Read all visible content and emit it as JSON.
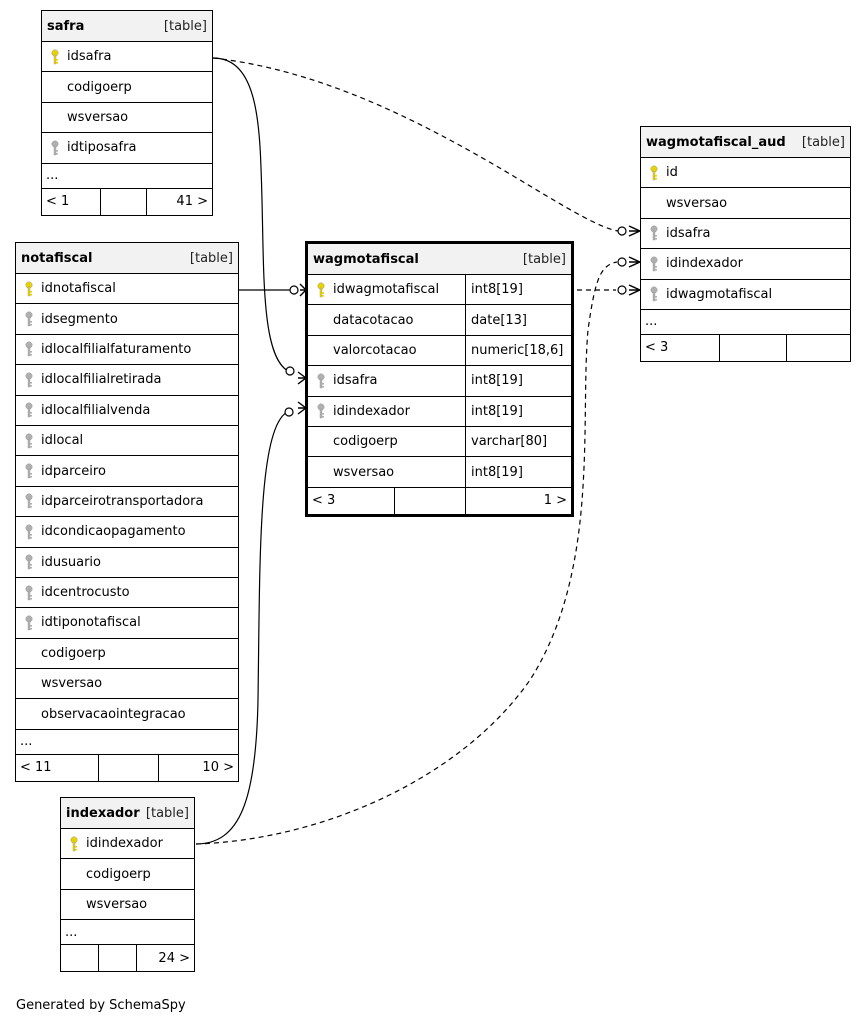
{
  "footer": "Generated by SchemaSpy",
  "tables": {
    "safra": {
      "name": "safra",
      "tag": "[table]",
      "rows": [
        {
          "label": "idsafra",
          "icon": "primary-key-icon"
        },
        {
          "label": "codigoerp",
          "icon": ""
        },
        {
          "label": "wsversao",
          "icon": ""
        },
        {
          "label": "idtiposafra",
          "icon": "foreign-key-icon"
        }
      ],
      "ellipsis": "...",
      "footer": {
        "left": "< 1",
        "mid": "",
        "right": "41 >"
      }
    },
    "notafiscal": {
      "name": "notafiscal",
      "tag": "[table]",
      "rows": [
        {
          "label": "idnotafiscal",
          "icon": "primary-key-icon"
        },
        {
          "label": "idsegmento",
          "icon": "foreign-key-icon"
        },
        {
          "label": "idlocalfilialfaturamento",
          "icon": "foreign-key-icon"
        },
        {
          "label": "idlocalfilialretirada",
          "icon": "foreign-key-icon"
        },
        {
          "label": "idlocalfilialvenda",
          "icon": "foreign-key-icon"
        },
        {
          "label": "idlocal",
          "icon": "foreign-key-icon"
        },
        {
          "label": "idparceiro",
          "icon": "foreign-key-icon"
        },
        {
          "label": "idparceirotransportadora",
          "icon": "foreign-key-icon"
        },
        {
          "label": "idcondicaopagamento",
          "icon": "foreign-key-icon"
        },
        {
          "label": "idusuario",
          "icon": "foreign-key-icon"
        },
        {
          "label": "idcentrocusto",
          "icon": "foreign-key-icon"
        },
        {
          "label": "idtiponotafiscal",
          "icon": "foreign-key-icon"
        },
        {
          "label": "codigoerp",
          "icon": ""
        },
        {
          "label": "wsversao",
          "icon": ""
        },
        {
          "label": "observacaointegracao",
          "icon": ""
        }
      ],
      "ellipsis": "...",
      "footer": {
        "left": "< 11",
        "mid": "",
        "right": "10 >"
      }
    },
    "wagmotafiscal": {
      "name": "wagmotafiscal",
      "tag": "[table]",
      "rows": [
        {
          "label": "idwagmotafiscal",
          "type": "int8[19]",
          "icon": "primary-key-icon"
        },
        {
          "label": "datacotacao",
          "type": "date[13]",
          "icon": ""
        },
        {
          "label": "valorcotacao",
          "type": "numeric[18,6]",
          "icon": ""
        },
        {
          "label": "idsafra",
          "type": "int8[19]",
          "icon": "foreign-key-icon"
        },
        {
          "label": "idindexador",
          "type": "int8[19]",
          "icon": "foreign-key-icon"
        },
        {
          "label": "codigoerp",
          "type": "varchar[80]",
          "icon": ""
        },
        {
          "label": "wsversao",
          "type": "int8[19]",
          "icon": ""
        }
      ],
      "footer": {
        "left": "< 3",
        "mid": "",
        "right": "1 >"
      }
    },
    "wagmotafiscal_aud": {
      "name": "wagmotafiscal_aud",
      "tag": "[table]",
      "rows": [
        {
          "label": "id",
          "icon": "primary-key-icon"
        },
        {
          "label": "wsversao",
          "icon": ""
        },
        {
          "label": "idsafra",
          "icon": "foreign-key-icon"
        },
        {
          "label": "idindexador",
          "icon": "foreign-key-icon"
        },
        {
          "label": "idwagmotafiscal",
          "icon": "foreign-key-icon"
        }
      ],
      "ellipsis": "...",
      "footer": {
        "left": "< 3",
        "mid": "",
        "right": ""
      }
    },
    "indexador": {
      "name": "indexador",
      "tag": "[table]",
      "rows": [
        {
          "label": "idindexador",
          "icon": "primary-key-icon"
        },
        {
          "label": "codigoerp",
          "icon": ""
        },
        {
          "label": "wsversao",
          "icon": ""
        }
      ],
      "ellipsis": "...",
      "footer": {
        "left": "",
        "mid": "",
        "right": "24 >"
      }
    }
  },
  "colors": {
    "primary_key": "#e8d200",
    "foreign_key": "#b0b0b0",
    "header_bg": "#f2f2f2"
  }
}
